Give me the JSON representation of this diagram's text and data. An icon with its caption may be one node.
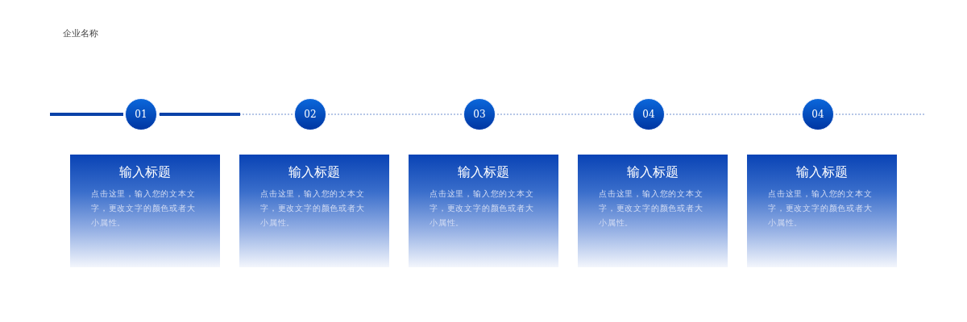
{
  "diagram": {
    "nodes": [
      {
        "text": [
          "01"
        ]
      },
      {
        "text": [
          "02"
        ]
      },
      {
        "text": [
          "03"
        ]
      },
      {
        "text": [
          "04"
        ]
      },
      {
        "text": [
          "04"
        ]
      },
      {
        "text": [
          "输入标题",
          "点击这里，输入您的文本文字，更改文字的颜色或者大小属性。"
        ]
      },
      {
        "text": [
          "输入标题",
          "点击这里，输入您的文本文字，更改文字的颜色或者大小属性。"
        ]
      },
      {
        "text": [
          "输入标题",
          "点击这里，输入您的文本文字，更改文字的颜色或者大小属性。"
        ]
      },
      {
        "text": [
          "输入标题",
          "点击这里，输入您的文本文字，更改文字的颜色或者大小属性。"
        ]
      },
      {
        "text": [
          "输入标题",
          "点击这里，输入您的文本文字，更改文字的颜色或者大小属性。"
        ]
      }
    ],
    "edges": [
      {
        "from": null,
        "to": 0,
        "arrow": "none",
        "style": "thick",
        "color": "#0a42a8"
      },
      {
        "from": 0,
        "to": 1,
        "arrow": "none",
        "style": "dashed"
      },
      {
        "from": 1,
        "to": 2,
        "arrow": "none",
        "style": "dashed"
      },
      {
        "from": 2,
        "to": 3,
        "arrow": "none",
        "style": "dashed"
      },
      {
        "from": 3,
        "to": 4,
        "arrow": "none",
        "style": "dashed"
      },
      {
        "from": 4,
        "to": null,
        "arrow": "none",
        "style": "dashed"
      }
    ],
    "labels": [
      "企业名称"
    ]
  }
}
